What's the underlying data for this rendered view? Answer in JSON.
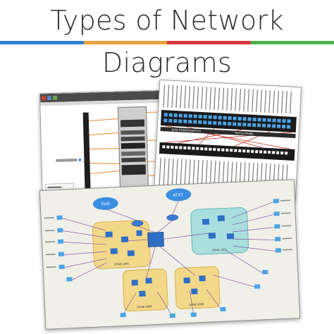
{
  "title": {
    "line1": "Types of Network",
    "line2": "Diagrams"
  },
  "stripe_colors": [
    "#2f7fd6",
    "#e8a33a",
    "#d8383a",
    "#4fb34a"
  ],
  "network_diagram": {
    "clouds": [
      "DoD",
      "AT&T"
    ],
    "zones": [
      "ZONE 1000",
      "ZONE 1001",
      "ZONE 3000",
      "ZONE 4000"
    ]
  },
  "patch_panel": {
    "label": "BIZN POWERSWITCH",
    "label2": "PATCH PANEL"
  }
}
